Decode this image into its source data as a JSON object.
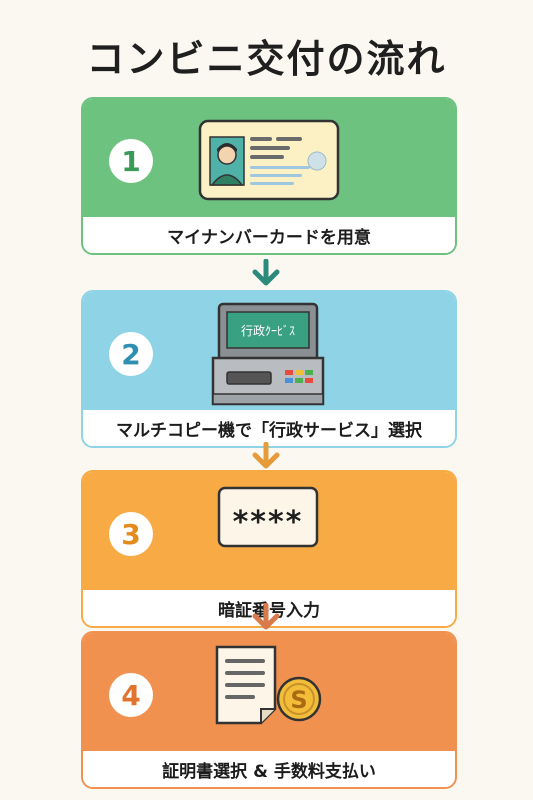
{
  "title": "コンビニ交付の流れ",
  "colors": {
    "step1": "#6dc27f",
    "step2": "#8fd3e6",
    "step3": "#f8aa45",
    "step4": "#f0914f",
    "arrow1": "#2c8a7a",
    "arrow2": "#e69b3a",
    "arrow3": "#d97a4a"
  },
  "steps": [
    {
      "number": "1",
      "label": "マイナンバーカードを用意",
      "icon": "id-card-icon"
    },
    {
      "number": "2",
      "label": "マルチコピー機で「行政サービス」選択",
      "icon": "multicopy-machine-icon",
      "screen_text": "行政ｸｰﾋﾞｽ"
    },
    {
      "number": "3",
      "label": "暗証番号入力",
      "icon": "pin-input-icon",
      "pin_text": "****"
    },
    {
      "number": "4",
      "label": "証明書選択 & 手数料支払い",
      "icon": "certificate-coin-icon",
      "coin_text": "S"
    }
  ]
}
